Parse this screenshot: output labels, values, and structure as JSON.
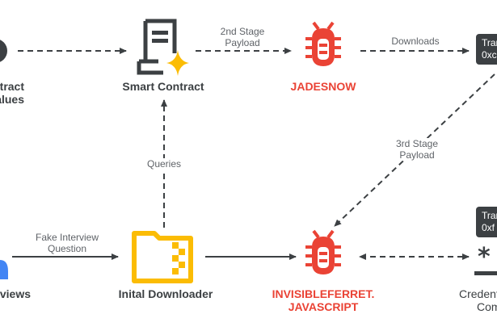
{
  "colors": {
    "line": "#3c4043",
    "danger": "#ea4335",
    "folder": "#fbbc04",
    "sparkle": "#fbbc04",
    "user": "#4285f4"
  },
  "nodes": {
    "contract_values": {
      "label_line1": "Contract",
      "label_line2": "Values",
      "icon": "circle-icon"
    },
    "smart_contract": {
      "label": "Smart Contract",
      "icon": "document-sparkle-icon"
    },
    "jadesnow": {
      "label": "JADESNOW",
      "icon": "bug-icon"
    },
    "tron_top": {
      "line1": "Tran",
      "line2": "0xc"
    },
    "interviews": {
      "label": "Interviews",
      "icon": "user-icon"
    },
    "initial_downloader": {
      "label": "Inital Downloader",
      "icon": "zip-folder-icon"
    },
    "invisibleferret": {
      "label_line1": "INVISIBLEFERRET.",
      "label_line2": "JAVASCRIPT",
      "icon": "bug-icon"
    },
    "tron_bottom": {
      "line1": "Tran",
      "line2": "0xf"
    },
    "credentials": {
      "label_line1": "Credentials",
      "label_line2": "Com",
      "icon": "password-icon"
    }
  },
  "edges": {
    "second_stage": {
      "line1": "2nd Stage",
      "line2": "Payload"
    },
    "downloads": {
      "label": "Downloads"
    },
    "third_stage": {
      "line1": "3rd Stage",
      "line2": "Payload"
    },
    "queries": {
      "label": "Queries"
    },
    "fake_interview": {
      "line1": "Fake Interview",
      "line2": "Question"
    }
  }
}
